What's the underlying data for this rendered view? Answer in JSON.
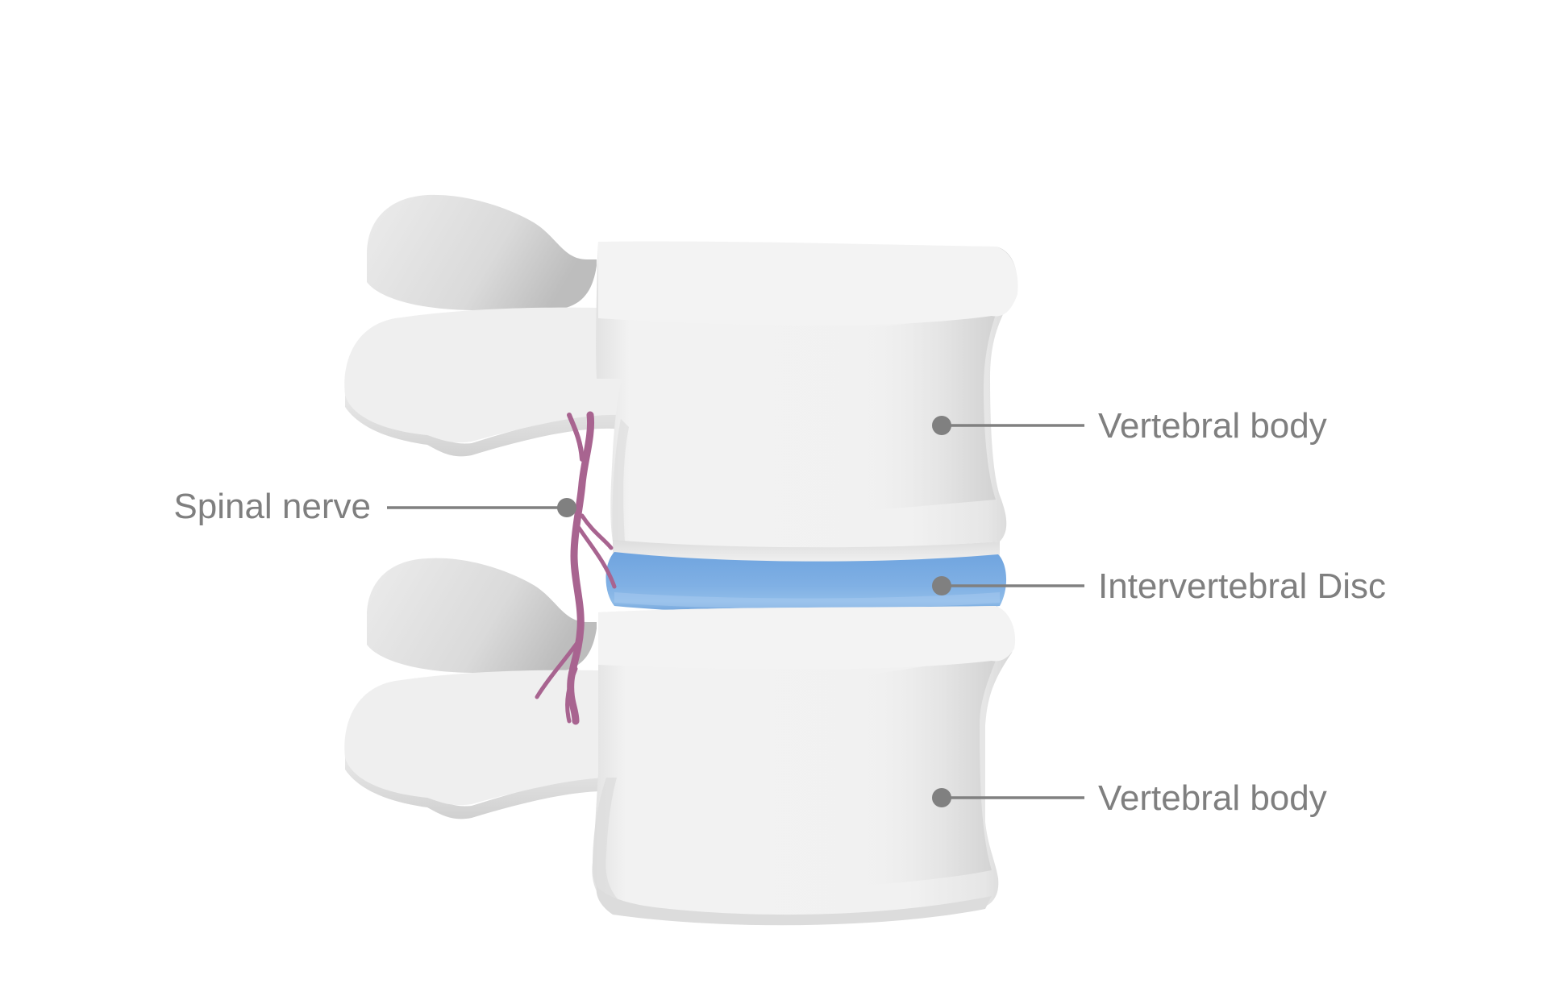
{
  "labels": {
    "upper_body": "Vertebral body",
    "disc": "Intervertebral Disc",
    "lower_body": "Vertebral body",
    "nerve": "Spinal nerve"
  },
  "colors": {
    "bone": "#efefef",
    "bone_shade": "#c9c9c9",
    "disc": "#7eaee3",
    "nerve": "#a86490",
    "label_text": "#7f7f7f",
    "leader_line": "#808080"
  }
}
